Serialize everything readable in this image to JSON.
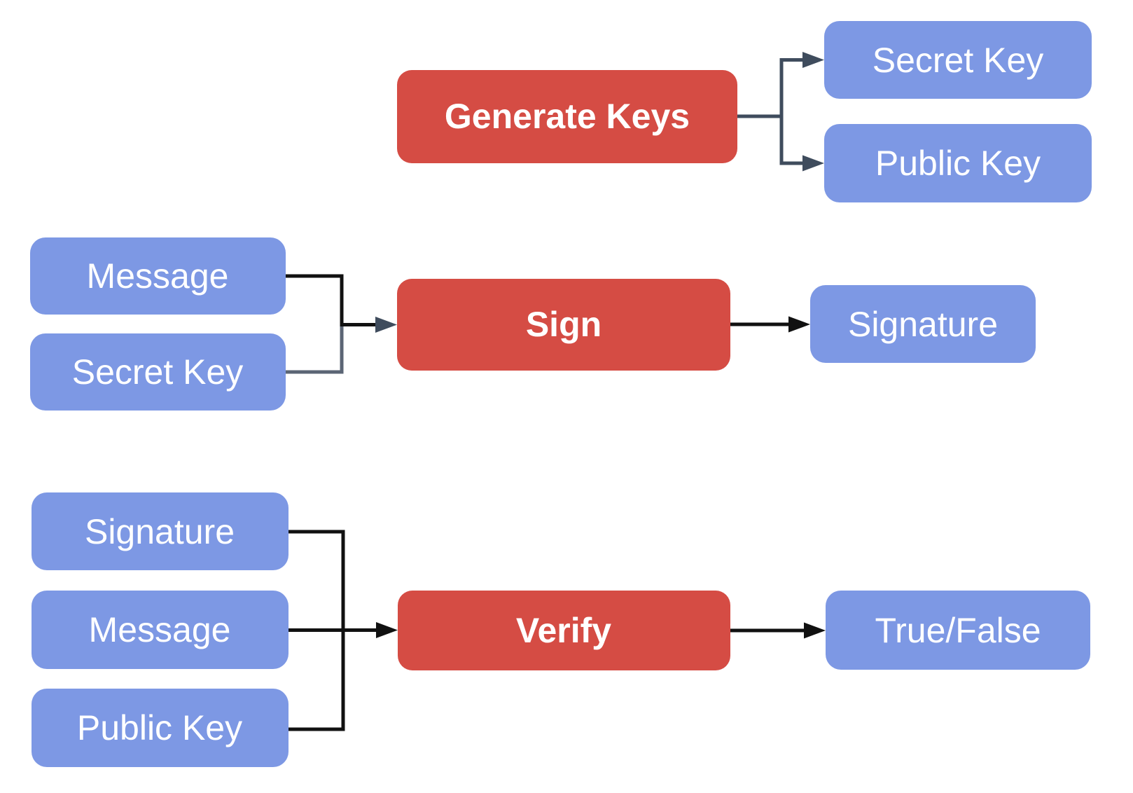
{
  "colors": {
    "process_box": "#d54c44",
    "data_box": "#7d98e4",
    "box_text": "#ffffff",
    "connector_slate": "#3f4c5d",
    "connector_gray": "#5b6575",
    "connector_black": "#111111"
  },
  "flows": {
    "keygen": {
      "process": "Generate Keys",
      "outputs": [
        "Secret Key",
        "Public Key"
      ]
    },
    "sign": {
      "inputs": [
        "Message",
        "Secret Key"
      ],
      "process": "Sign",
      "output": "Signature"
    },
    "verify": {
      "inputs": [
        "Signature",
        "Message",
        "Public Key"
      ],
      "process": "Verify",
      "output": "True/False"
    }
  },
  "edges": [
    {
      "from": "Generate Keys",
      "to": "Secret Key"
    },
    {
      "from": "Generate Keys",
      "to": "Public Key"
    },
    {
      "from": "Message",
      "to": "Sign"
    },
    {
      "from": "Secret Key",
      "to": "Sign"
    },
    {
      "from": "Sign",
      "to": "Signature"
    },
    {
      "from": "Signature",
      "to": "Verify"
    },
    {
      "from": "Message",
      "to": "Verify"
    },
    {
      "from": "Public Key",
      "to": "Verify"
    },
    {
      "from": "Verify",
      "to": "True/False"
    }
  ]
}
